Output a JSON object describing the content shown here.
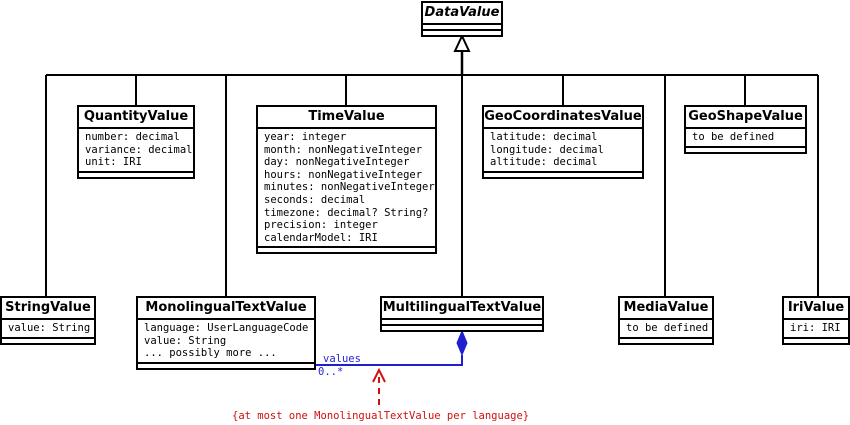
{
  "diagram": {
    "classes": [
      {
        "id": "datavalue",
        "name": "DataValue",
        "abstract": true,
        "attributes": []
      },
      {
        "id": "quantityvalue",
        "name": "QuantityValue",
        "attributes": [
          "number: decimal",
          "variance: decimal",
          "unit: IRI"
        ]
      },
      {
        "id": "timevalue",
        "name": "TimeValue",
        "attributes": [
          "year: integer",
          "month: nonNegativeInteger",
          "day: nonNegativeInteger",
          "hours: nonNegativeInteger",
          "minutes: nonNegativeInteger",
          "seconds: decimal",
          "timezone: decimal? String?",
          "precision: integer",
          "calendarModel: IRI"
        ]
      },
      {
        "id": "geocoordinatesvalue",
        "name": "GeoCoordinatesValue",
        "attributes": [
          "latitude: decimal",
          "longitude: decimal",
          "altitude: decimal"
        ]
      },
      {
        "id": "geoshapevalue",
        "name": "GeoShapeValue",
        "attributes": [
          "to be defined"
        ]
      },
      {
        "id": "stringvalue",
        "name": "StringValue",
        "attributes": [
          "value: String"
        ]
      },
      {
        "id": "monolingualtextvalue",
        "name": "MonolingualTextValue",
        "attributes": [
          "language: UserLanguageCode",
          "value: String",
          "... possibly more ..."
        ]
      },
      {
        "id": "multilingualtextvalue",
        "name": "MultilingualTextValue",
        "attributes": []
      },
      {
        "id": "mediavalue",
        "name": "MediaValue",
        "attributes": [
          "to be defined"
        ]
      },
      {
        "id": "irivalue",
        "name": "IriValue",
        "attributes": [
          "iri: IRI"
        ]
      }
    ],
    "association": {
      "role": "values",
      "multiplicity": "0..*",
      "constraint": "{at most one MonolingualTextValue per language}",
      "color": "#1f1fd0"
    },
    "constraint_color": "#d01010"
  }
}
